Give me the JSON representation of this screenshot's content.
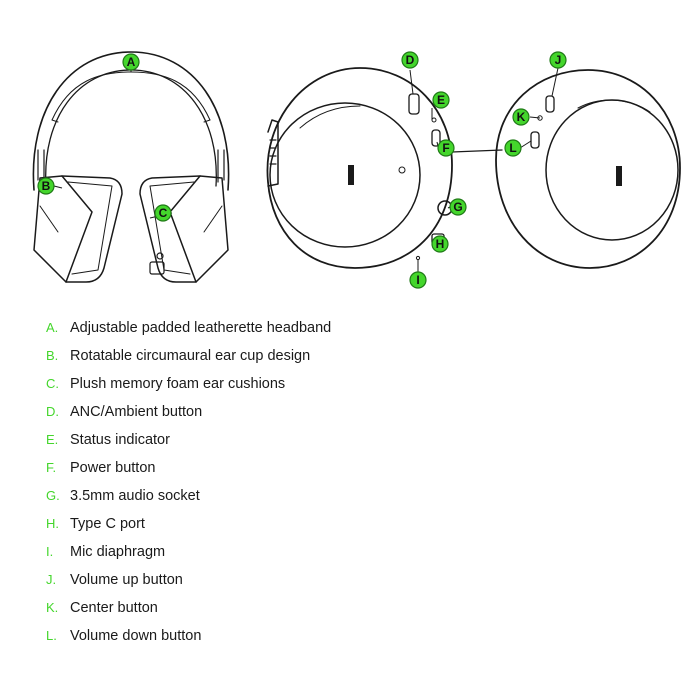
{
  "colors": {
    "accent": "#44d62c",
    "line": "#1a1a1a",
    "text": "#1a1a1a"
  },
  "callouts": [
    "A",
    "B",
    "C",
    "D",
    "E",
    "F",
    "G",
    "H",
    "I",
    "J",
    "K",
    "L"
  ],
  "legend": [
    {
      "letter": "A.",
      "text": "Adjustable padded leatherette headband"
    },
    {
      "letter": "B.",
      "text": "Rotatable circumaural ear cup design"
    },
    {
      "letter": "C.",
      "text": "Plush memory foam ear cushions"
    },
    {
      "letter": "D.",
      "text": "ANC/Ambient button"
    },
    {
      "letter": "E.",
      "text": "Status indicator"
    },
    {
      "letter": "F.",
      "text": "Power button"
    },
    {
      "letter": "G.",
      "text": "3.5mm audio socket"
    },
    {
      "letter": "H.",
      "text": "Type C port"
    },
    {
      "letter": "I.",
      "text": "Mic diaphragm"
    },
    {
      "letter": "J.",
      "text": "Volume up button"
    },
    {
      "letter": "K.",
      "text": "Center button"
    },
    {
      "letter": "L.",
      "text": "Volume down button"
    }
  ]
}
